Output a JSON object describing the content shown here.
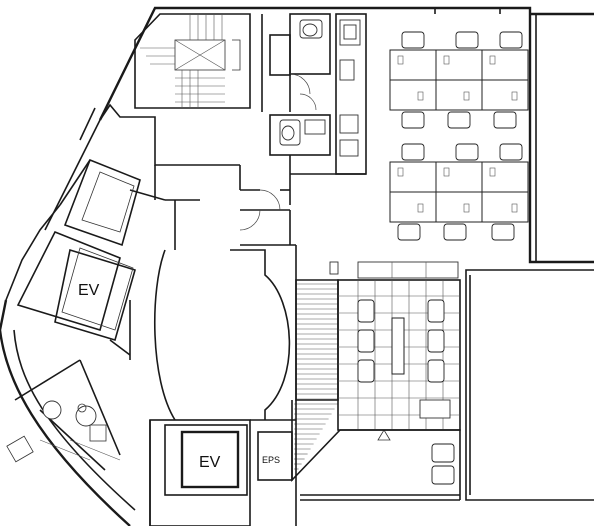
{
  "labels": {
    "ev_left": "EV",
    "ev_bottom": "EV",
    "eps": "EPS"
  }
}
